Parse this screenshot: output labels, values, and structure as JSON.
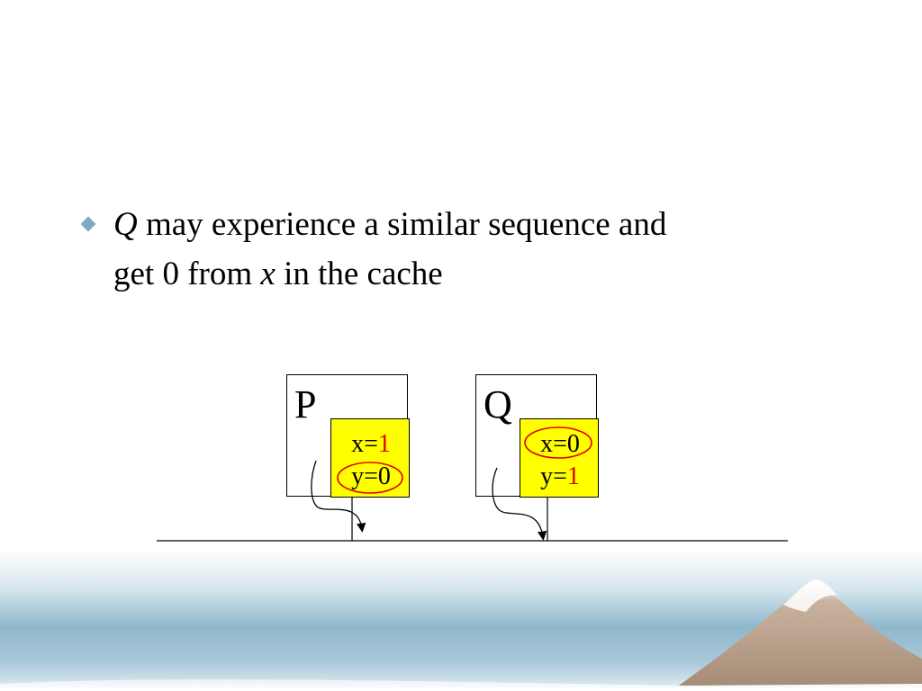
{
  "bullet": {
    "var_q": "Q",
    "text_1": " may experience a similar sequence and",
    "text_2": "get 0 from ",
    "var_x": "x",
    "text_3": " in the cache"
  },
  "processors": [
    {
      "label": "P",
      "cache": [
        {
          "name": "x=",
          "value": "1",
          "highlight": "red-value"
        },
        {
          "name": "y=",
          "value": "0",
          "highlight": "circled"
        }
      ]
    },
    {
      "label": "Q",
      "cache": [
        {
          "name": "x=",
          "value": "0",
          "highlight": "circled"
        },
        {
          "name": "y=",
          "value": "1",
          "highlight": "red-value"
        }
      ]
    }
  ],
  "colors": {
    "cache_fill": "#ffff00",
    "highlight_red": "#e00000",
    "circle_red": "#e00000",
    "bullet": "#7fa8c4",
    "footer_blue": "#8fb7cc",
    "mountain": "#a58a74"
  },
  "icons": {
    "bullet": "diamond-icon",
    "footer": "mountain-landscape-icon"
  }
}
